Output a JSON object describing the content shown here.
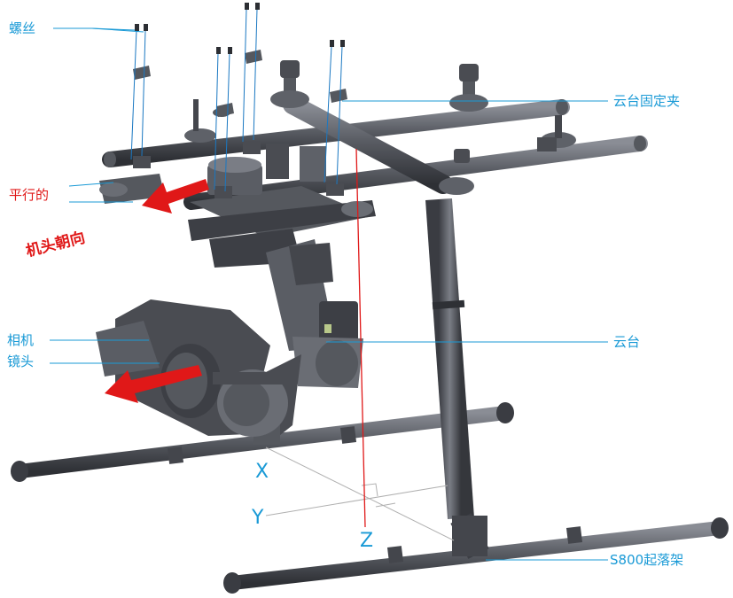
{
  "labels": {
    "screws": "螺丝",
    "gimbal_clamp": "云台固定夹",
    "parallel": "平行的",
    "nose_direction": "机头朝向",
    "camera": "相机",
    "lens": "镜头",
    "gimbal": "云台",
    "landing_gear": "S800起落架"
  },
  "axes": {
    "x": "X",
    "y": "Y",
    "z": "Z"
  },
  "colors": {
    "label_blue": "#1a9ad6",
    "arrow_red": "#e01818",
    "frame_dark": "#4a4c52",
    "frame_mid": "#6a6d74"
  }
}
